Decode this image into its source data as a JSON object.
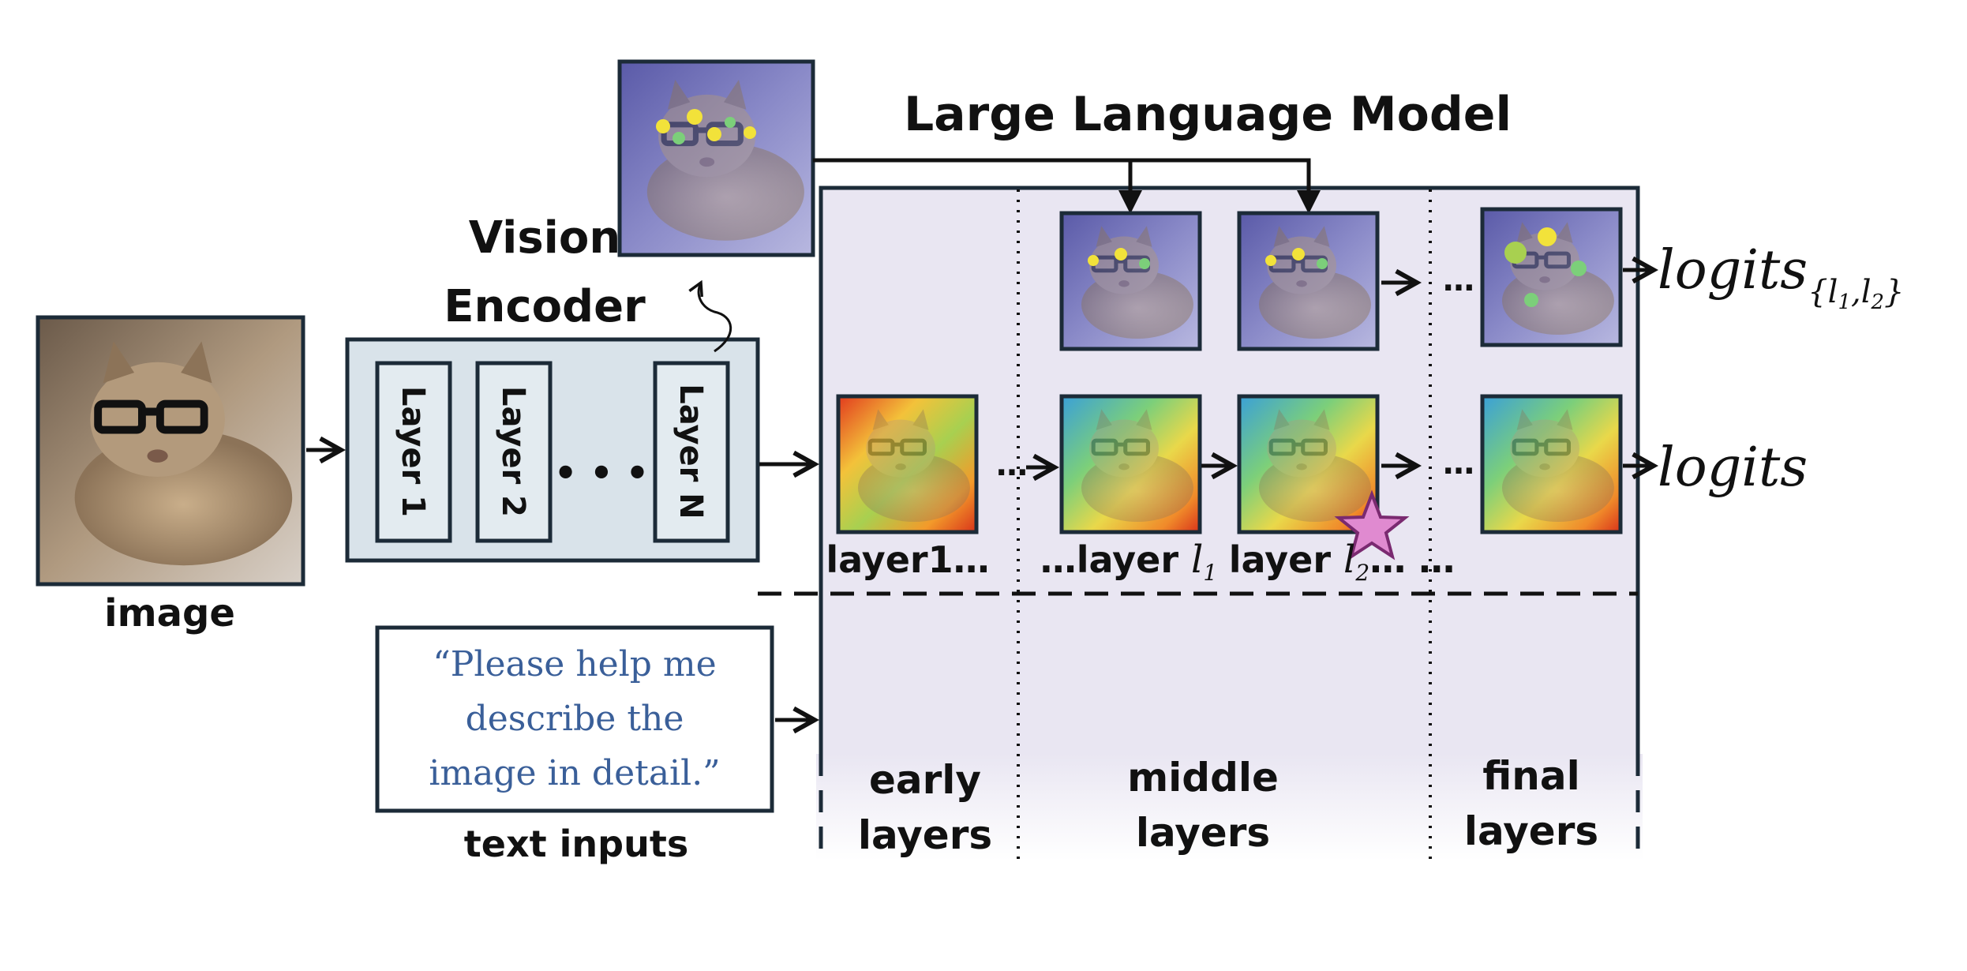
{
  "title": "Large Language Model",
  "vision_encoder": {
    "label_line1": "Vision",
    "label_line2": "Encoder",
    "layers": [
      "Layer 1",
      "Layer 2",
      "Layer N"
    ],
    "ellipsis": "• • •"
  },
  "image_label": "image",
  "text_input": {
    "lines": [
      "“Please help me",
      "describe the",
      "image in detail.”"
    ],
    "caption": "text inputs"
  },
  "layer_labels": {
    "layer1": "layer1…",
    "layer_l1_prefix": "…layer ",
    "layer_l1_var": "l",
    "layer_l1_sub": "1",
    "layer_l2_prefix": "layer ",
    "layer_l2_var": "l",
    "layer_l2_sub": "2",
    "layer_l2_suffix": "… …"
  },
  "sections": [
    {
      "line1": "early",
      "line2": "layers"
    },
    {
      "line1": "middle",
      "line2": "layers"
    },
    {
      "line1": "final",
      "line2": "layers"
    }
  ],
  "outputs": {
    "logits_top": "logits",
    "logits_top_sub": "{l",
    "logits_top_sub1": "1",
    "logits_top_sub_mid": ",l",
    "logits_top_sub2": "2",
    "logits_top_sub_end": "}",
    "logits_bottom": "logits"
  },
  "colors": {
    "llm_panel": "#e9e6f2",
    "encoder_panel": "#d9e3ea",
    "border": "#1c2b38",
    "text_blue": "#3a5f99",
    "star": "#e08ad0",
    "star_stroke": "#7a2a70"
  },
  "icons": [
    "cat-photo",
    "attention-heatmap",
    "star-icon",
    "curved-arrow-icon"
  ]
}
